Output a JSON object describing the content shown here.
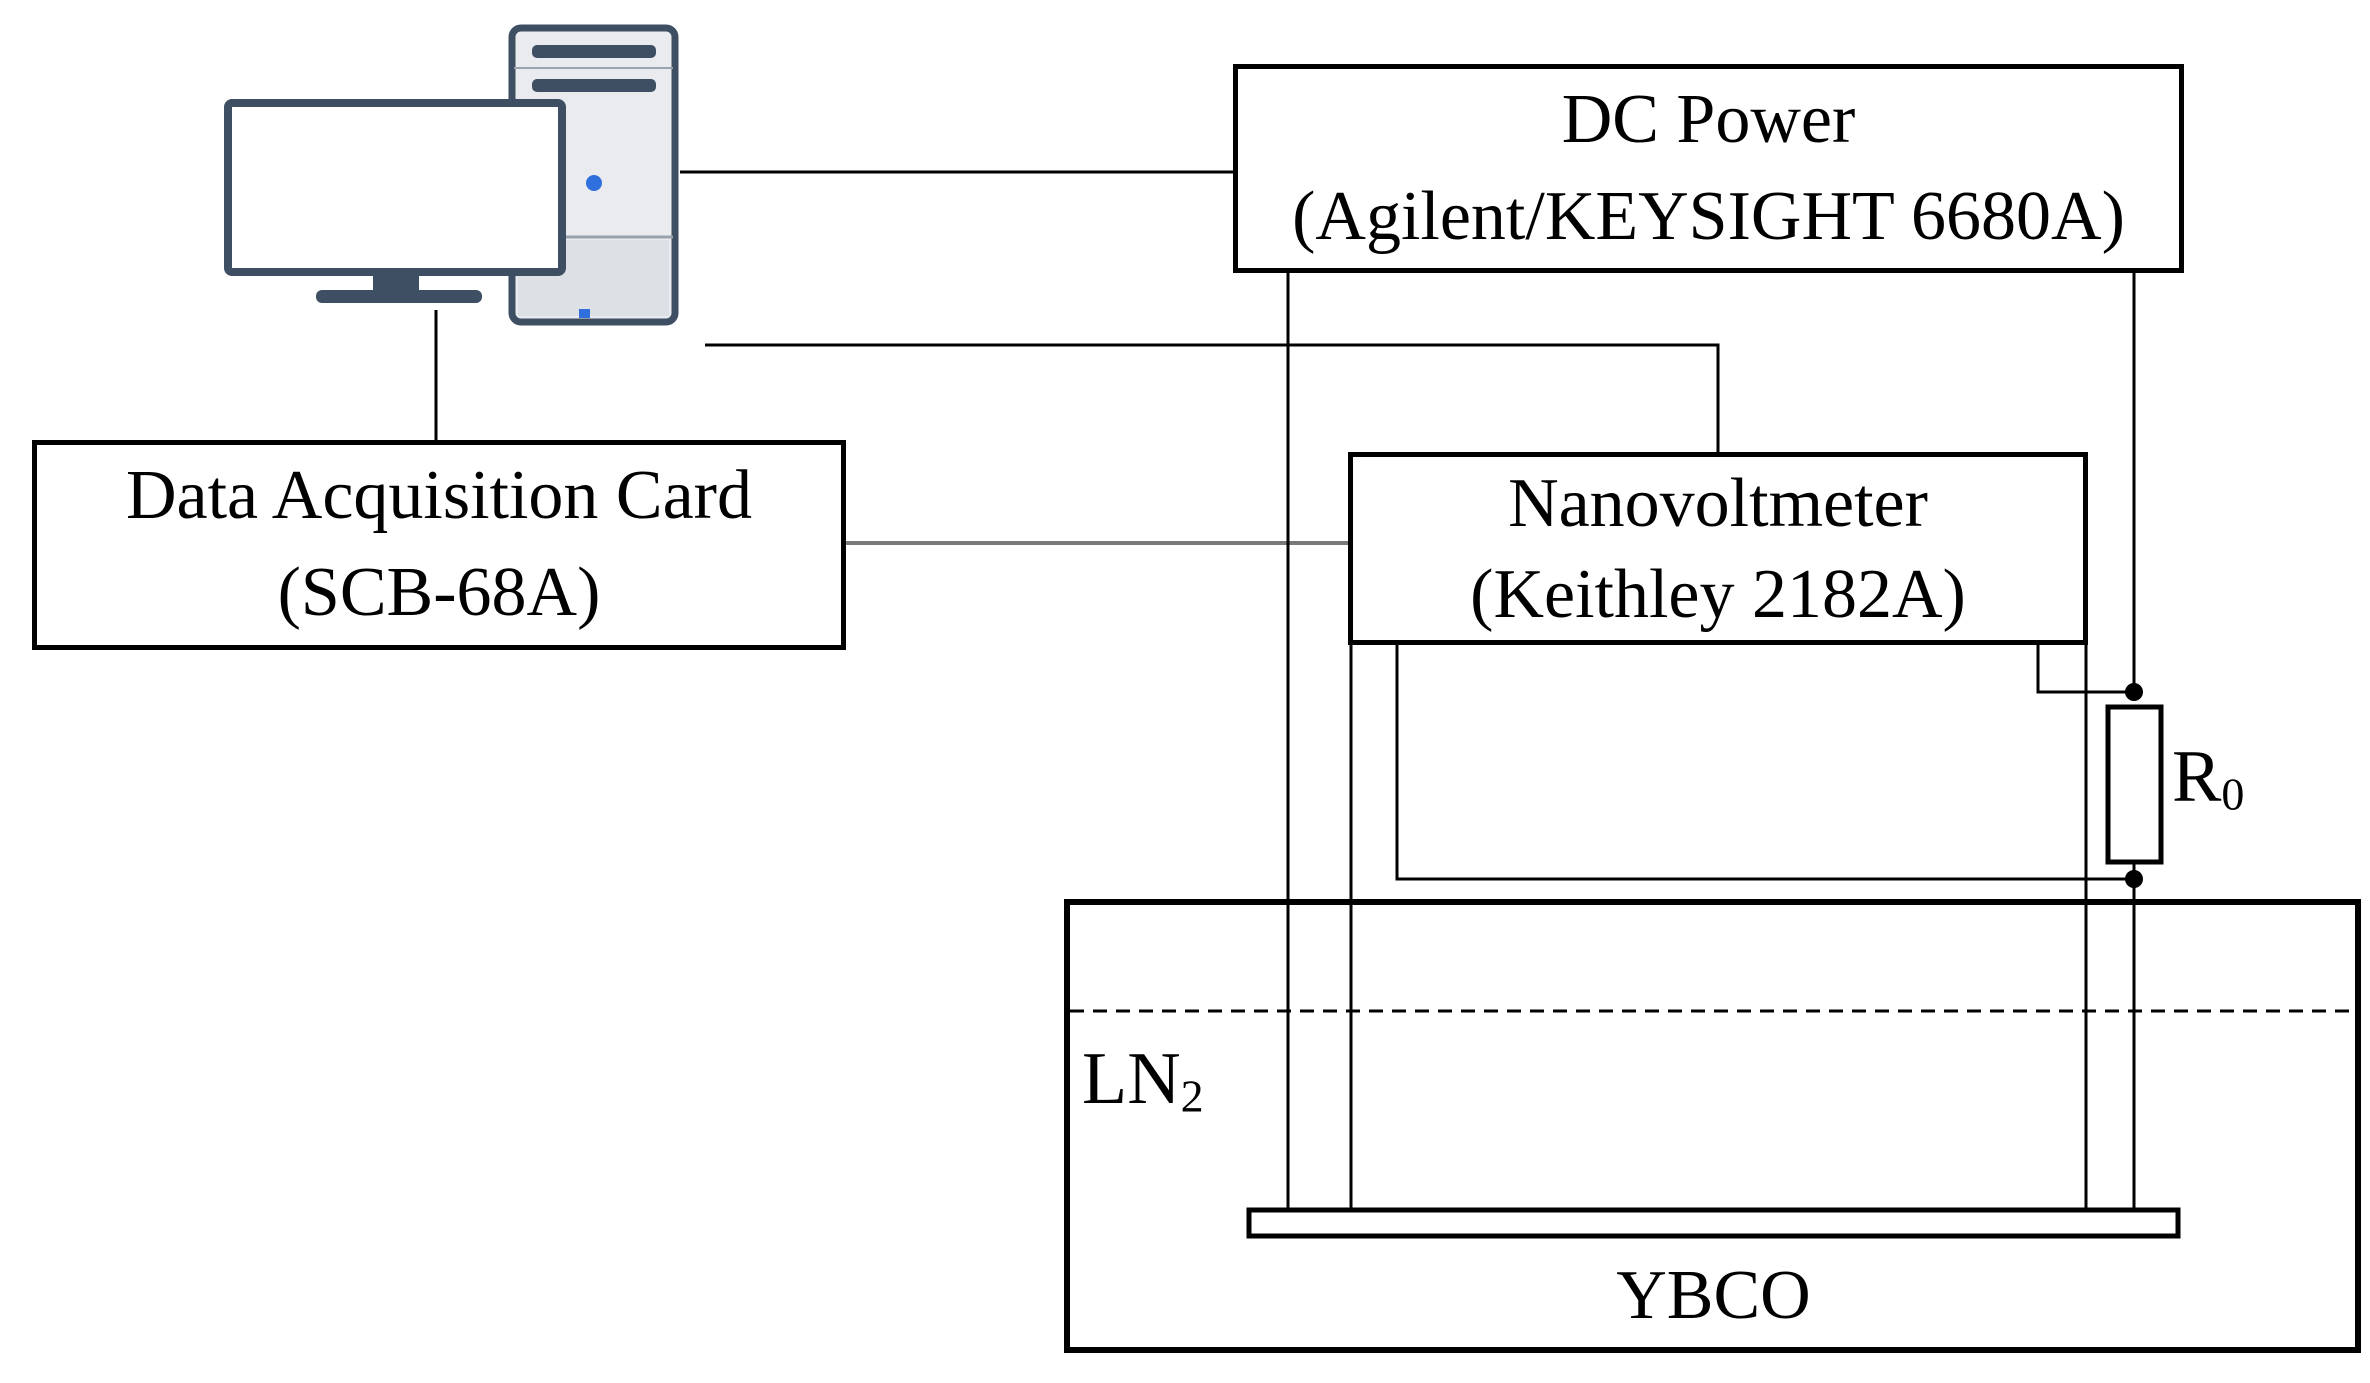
{
  "diagram": {
    "boxes": {
      "dc_power": {
        "line1": "DC Power",
        "line2": "(Agilent/KEYSIGHT 6680A)"
      },
      "daq": {
        "line1": "Data Acquisition Card",
        "line2": "(SCB-68A)"
      },
      "nanovoltmeter": {
        "line1": "Nanovoltmeter",
        "line2": "(Keithley 2182A)"
      }
    },
    "labels": {
      "resistor": {
        "main": "R",
        "sub": "0"
      },
      "coolant": {
        "main": "LN",
        "sub": "2"
      },
      "sample": "YBCO"
    },
    "colors": {
      "wire": "#000000",
      "daq_link": "#7a7a7a",
      "computer_dark": "#3e4f63",
      "computer_light": "#e9ebee",
      "computer_accent": "#2f6fde",
      "background": "#ffffff"
    }
  }
}
